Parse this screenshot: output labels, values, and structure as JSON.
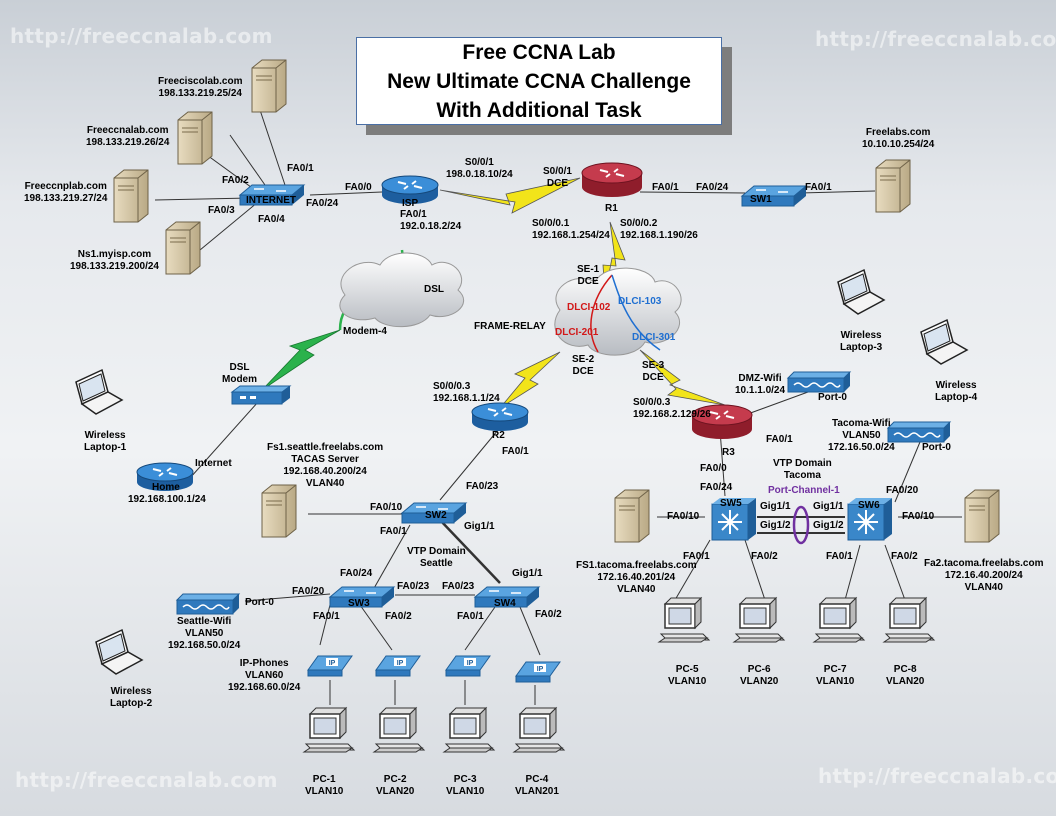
{
  "watermarks": {
    "text": "http://freeccnalab.com"
  },
  "title": {
    "line1": "Free CCNA Lab",
    "line2": "New Ultimate CCNA Challenge",
    "line3": "With Additional Task"
  },
  "devices": {
    "internet_switch": "INTERNET",
    "isp": "ISP",
    "r1": "R1",
    "sw1": "SW1",
    "r2": "R2",
    "r3": "R3",
    "sw2": "SW2",
    "sw3": "SW3",
    "sw4": "SW4",
    "sw5": "SW5",
    "sw6": "SW6",
    "home": "Home",
    "dsl_modem": "DSL\nModem",
    "dsl_cloud": "DSL",
    "fr_cloud": "FRAME-RELAY",
    "laptop1": "Wireless\nLaptop-1",
    "laptop2": "Wireless\nLaptop-2",
    "laptop3": "Wireless\nLaptop-3",
    "laptop4": "Wireless\nLaptop-4"
  },
  "servers": {
    "freeciscolab": "Freeciscolab.com\n198.133.219.25/24",
    "freeccnalab": "Freeccnalab.com\n198.133.219.26/24",
    "freeccnplab": "Freeccnplab.com\n198.133.219.27/24",
    "ns1": "Ns1.myisp.com\n198.133.219.200/24",
    "freelabs": "Freelabs.com\n10.10.10.254/24",
    "fs1seattle": "Fs1.seattle.freelabs.com\nTACAS Server\n192.168.40.200/24\nVLAN40",
    "fs1tacoma": "FS1.tacoma.freelabs.com\n172.16.40.201/24\nVLAN40",
    "fa2tacoma": "Fa2.tacoma.freelabs.com\n172.16.40.200/24\nVLAN40"
  },
  "aps": {
    "seattle": "Seattle-Wifi\nVLAN50\n192.168.50.0/24",
    "dmz": "DMZ-Wifi\n10.1.1.0/24",
    "tacoma": "Tacoma-Wifi\nVLAN50\n172.16.50.0/24",
    "port0": "Port-0"
  },
  "phones": {
    "label": "IP-Phones\nVLAN60\n192.168.60.0/24"
  },
  "pcs": {
    "pc1": "PC-1\nVLAN10",
    "pc2": "PC-2\nVLAN20",
    "pc3": "PC-3\nVLAN10",
    "pc4": "PC-4\nVLAN201",
    "pc5": "PC-5\nVLAN10",
    "pc6": "PC-6\nVLAN20",
    "pc7": "PC-7\nVLAN10",
    "pc8": "PC-8\nVLAN20"
  },
  "interfaces": {
    "fa0_1": "FA0/1",
    "fa0_2": "FA0/2",
    "fa0_3": "FA0/3",
    "fa0_4": "FA0/4",
    "fa0_0": "FA0/0",
    "fa0_24": "FA0/24",
    "fa0_10": "FA0/10",
    "fa0_20": "FA0/20",
    "fa0_23": "FA0/23",
    "gig1_1": "Gig1/1",
    "gig1_2": "Gig1/2",
    "isp_s001": "S0/0/1\n198.0.18.10/24",
    "r1_s001": "S0/0/1\nDCE",
    "isp_fa01": "FA0/1\n192.0.18.2/24",
    "r1_s0001": "S0/0/0.1\n192.168.1.254/24",
    "r1_s0002": "S0/0/0.2\n192.168.1.190/26",
    "se1": "SE-1\nDCE",
    "se2": "SE-2\nDCE",
    "se3": "SE-3\nDCE",
    "r2_s0003": "S0/0/0.3\n192.168.1.1/24",
    "r3_s0003": "S0/0/0.3\n192.168.2.129/26",
    "modem4": "Modem-4",
    "internet_if": "Internet",
    "home_ip": "192.168.100.1/24"
  },
  "dlci": {
    "d102": "DLCI-102",
    "d201": "DLCI-201",
    "d103": "DLCI-103",
    "d301": "DLCI-301"
  },
  "vtp": {
    "seattle": "VTP Domain\nSeattle",
    "tacoma": "VTP Domain\nTacoma",
    "port_channel": "Port-Channel-1"
  },
  "colors": {
    "router_blue": "#2a78c4",
    "router_red": "#b8273a",
    "switch_blue": "#3a87c9",
    "serial": "#f2e41a",
    "link": "#333333",
    "dsl_green": "#2bb24c",
    "purple": "#7030a0"
  }
}
